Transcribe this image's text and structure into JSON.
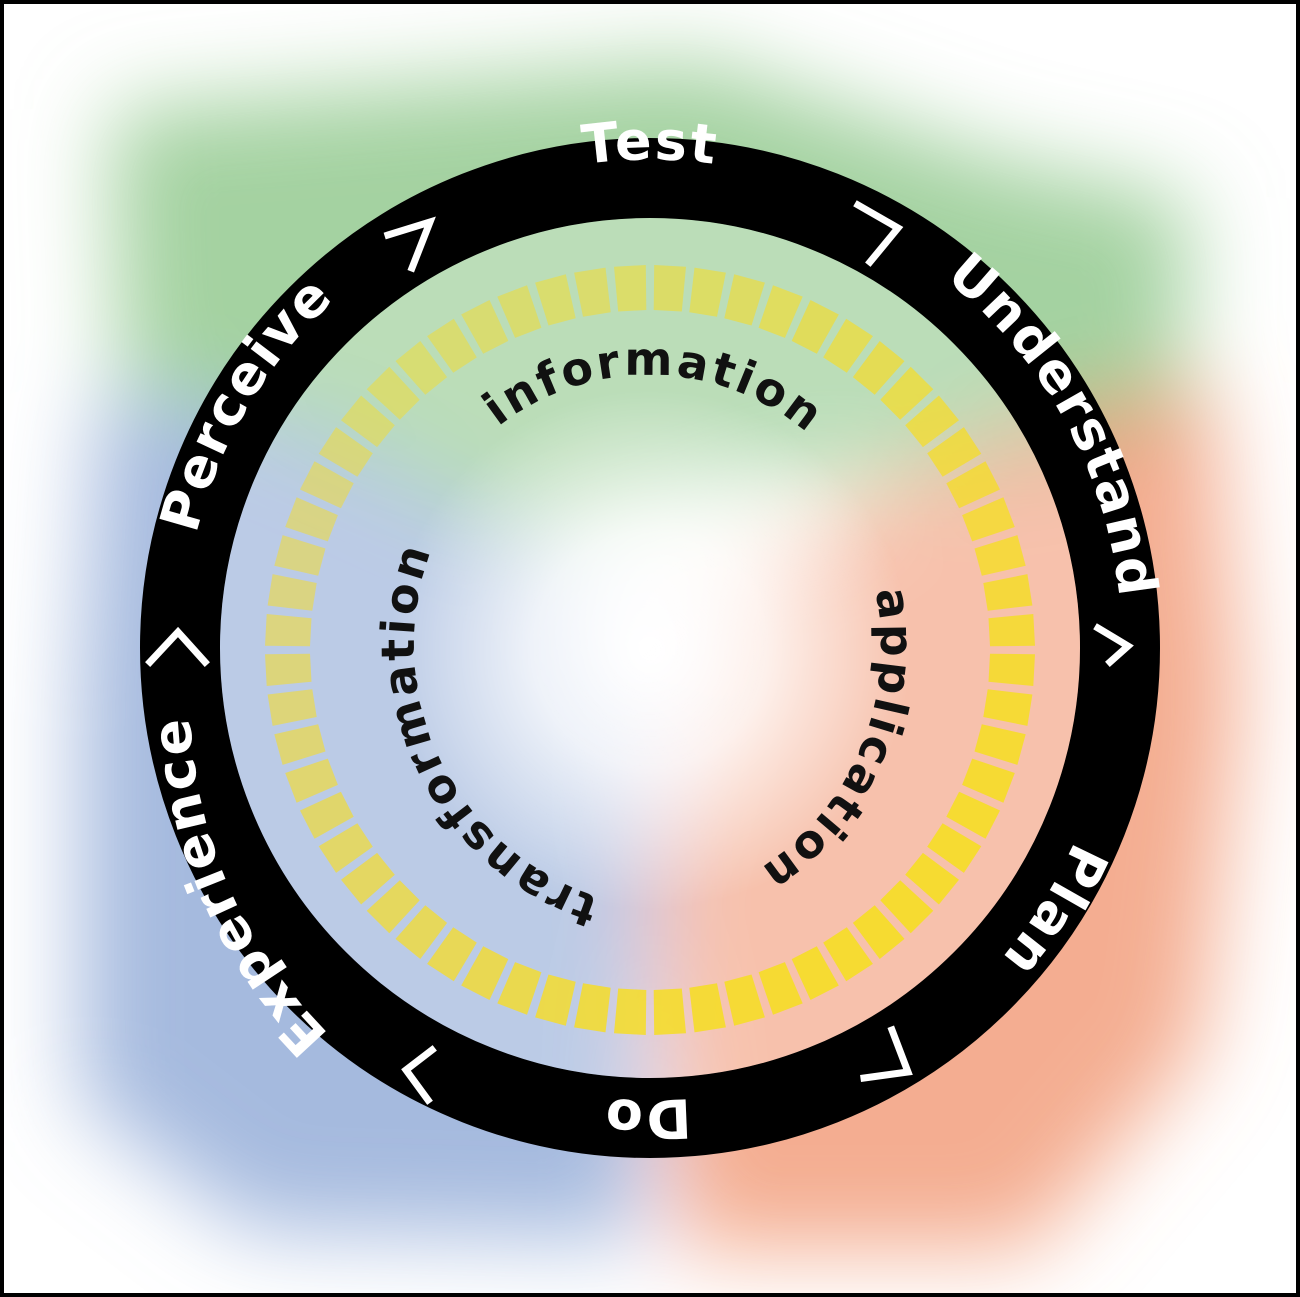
{
  "diagram": {
    "ring_labels": [
      {
        "id": "test",
        "text": "Test"
      },
      {
        "id": "understand",
        "text": "Understand"
      },
      {
        "id": "plan",
        "text": "Plan"
      },
      {
        "id": "do",
        "text": "Do"
      },
      {
        "id": "experience",
        "text": "Experience"
      },
      {
        "id": "perceive",
        "text": "Perceive"
      }
    ],
    "arrow_symbols": [
      ">",
      ">",
      ">",
      ">",
      ">",
      ">"
    ],
    "inner_labels": [
      {
        "id": "information",
        "text": "information"
      },
      {
        "id": "application",
        "text": "application"
      },
      {
        "id": "transformation",
        "text": "transformation"
      }
    ],
    "colors": {
      "ring": "#000000",
      "ring_text": "#ffffff",
      "segments": "#f5dc2a",
      "green_zone": "#7fbf7a",
      "orange_zone": "#ef8f6a",
      "blue_zone": "#7f9ccf",
      "inner_text": "#111111"
    }
  }
}
